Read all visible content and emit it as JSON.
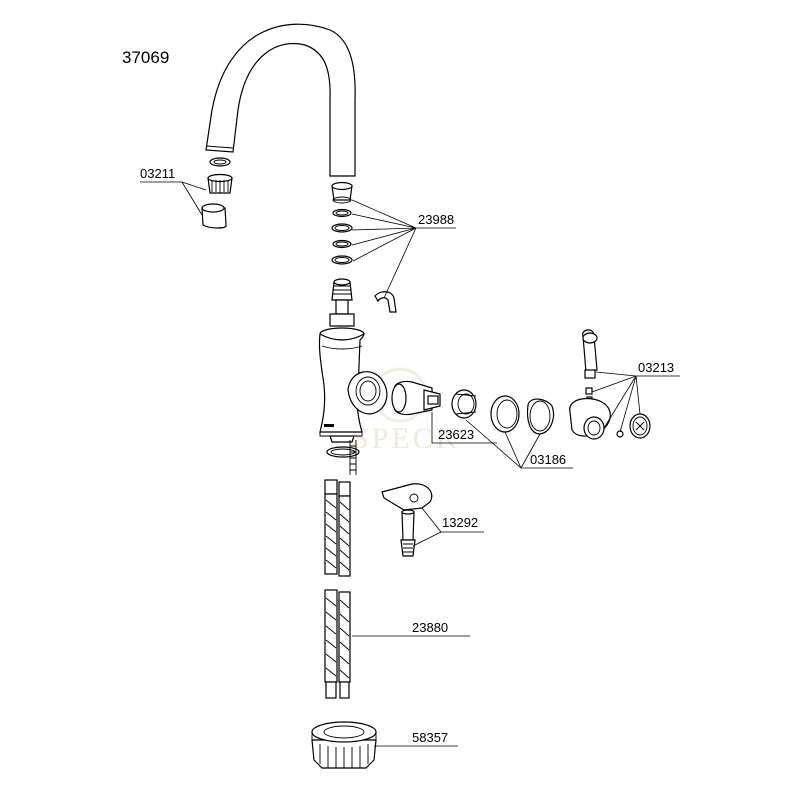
{
  "diagram": {
    "model_number": "37069",
    "watermark": "SPECK",
    "parts": [
      {
        "id": "03211"
      },
      {
        "id": "23988"
      },
      {
        "id": "03213"
      },
      {
        "id": "23623"
      },
      {
        "id": "03186"
      },
      {
        "id": "13292"
      },
      {
        "id": "23880"
      },
      {
        "id": "58357"
      }
    ]
  },
  "colors": {
    "line": "#000000",
    "background": "#ffffff",
    "watermark": "#f1ead8"
  }
}
